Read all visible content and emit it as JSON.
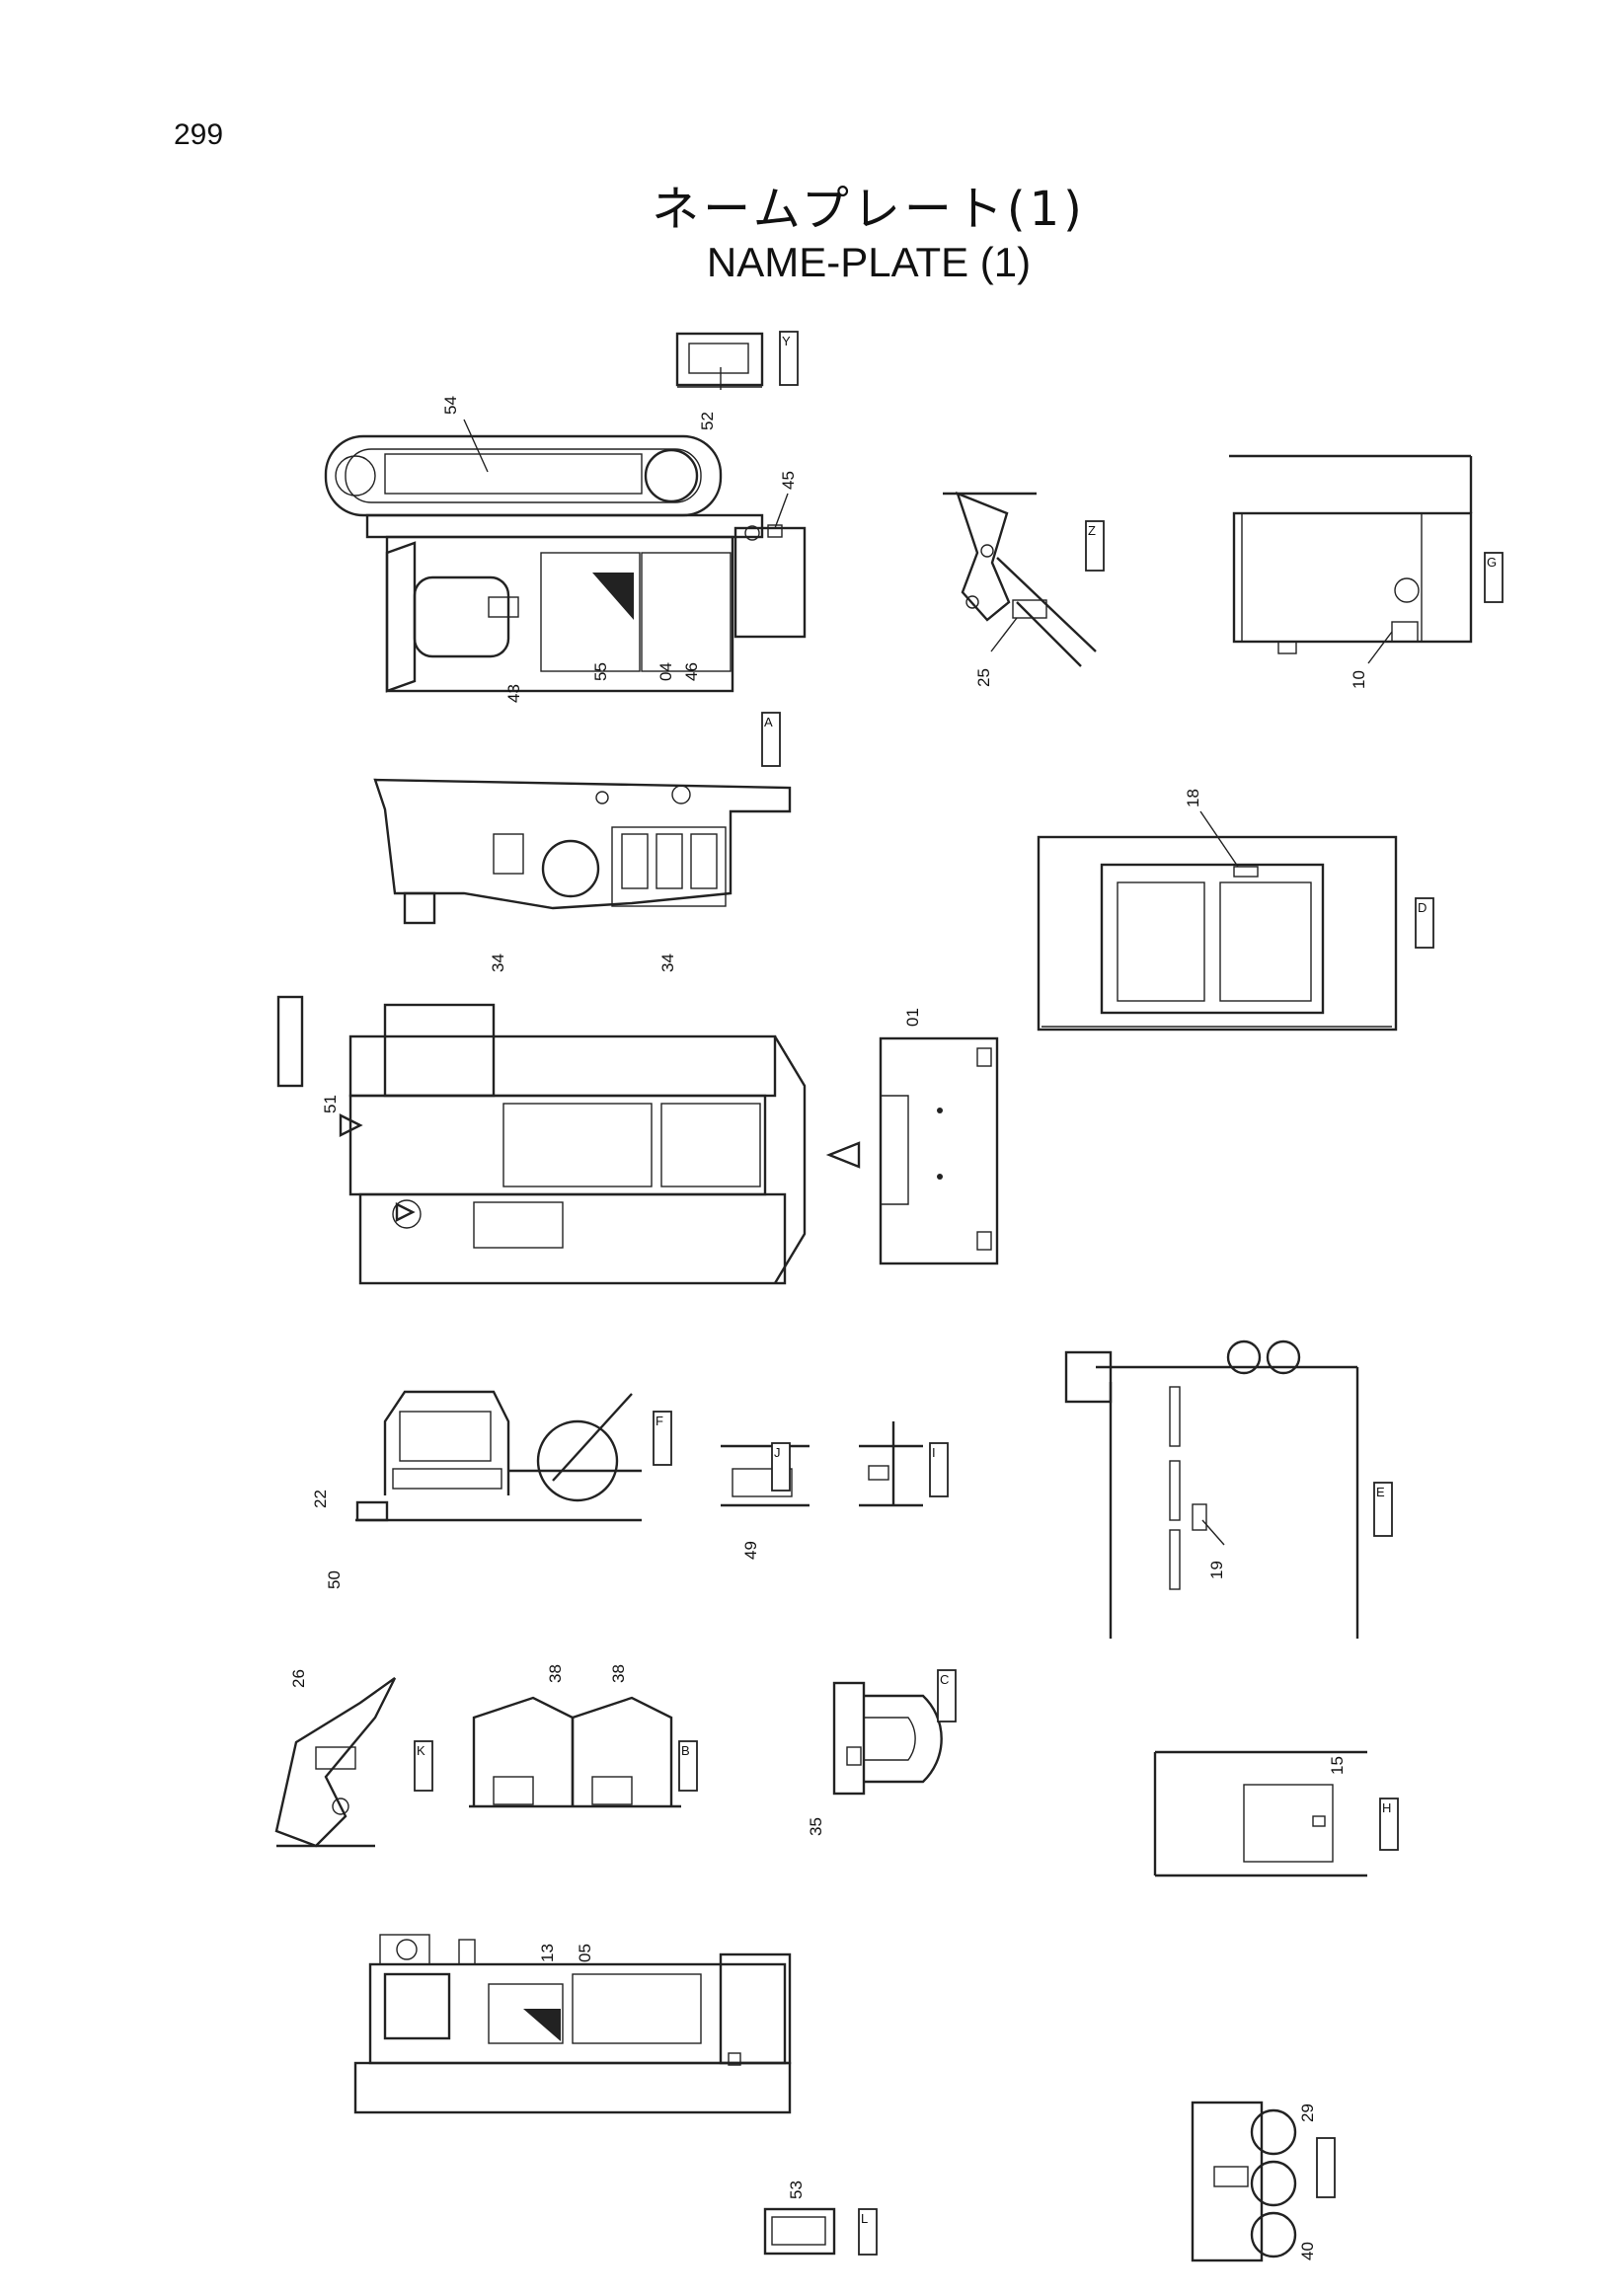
{
  "page": {
    "number": "299",
    "title_jp": "ネームプレート(1)",
    "title_en": "NAME-PLATE (1)"
  },
  "callouts": {
    "n54": "54",
    "n52": "52",
    "n45": "45",
    "n43": "43",
    "n55": "55",
    "n04": "04",
    "n46": "46",
    "n25": "25",
    "n10": "10",
    "n18": "18",
    "n34a": "34",
    "n34b": "34",
    "n01": "01",
    "n51": "51",
    "n22": "22",
    "n50": "50",
    "n49": "49",
    "n19": "19",
    "n26": "26",
    "n38a": "38",
    "n38b": "38",
    "n35": "35",
    "n15": "15",
    "n13": "13",
    "n05": "05",
    "n53": "53",
    "n29": "29",
    "n40": "40"
  },
  "view_tags": {
    "Y": "Y",
    "Z": "Z",
    "G": "G",
    "A": "A",
    "D": "D",
    "F": "F",
    "J": "J",
    "I": "I",
    "E": "E",
    "C": "C",
    "B": "B",
    "K": "K",
    "H": "H",
    "L": "L"
  },
  "icons": {
    "drawing": "parts-diagram"
  }
}
